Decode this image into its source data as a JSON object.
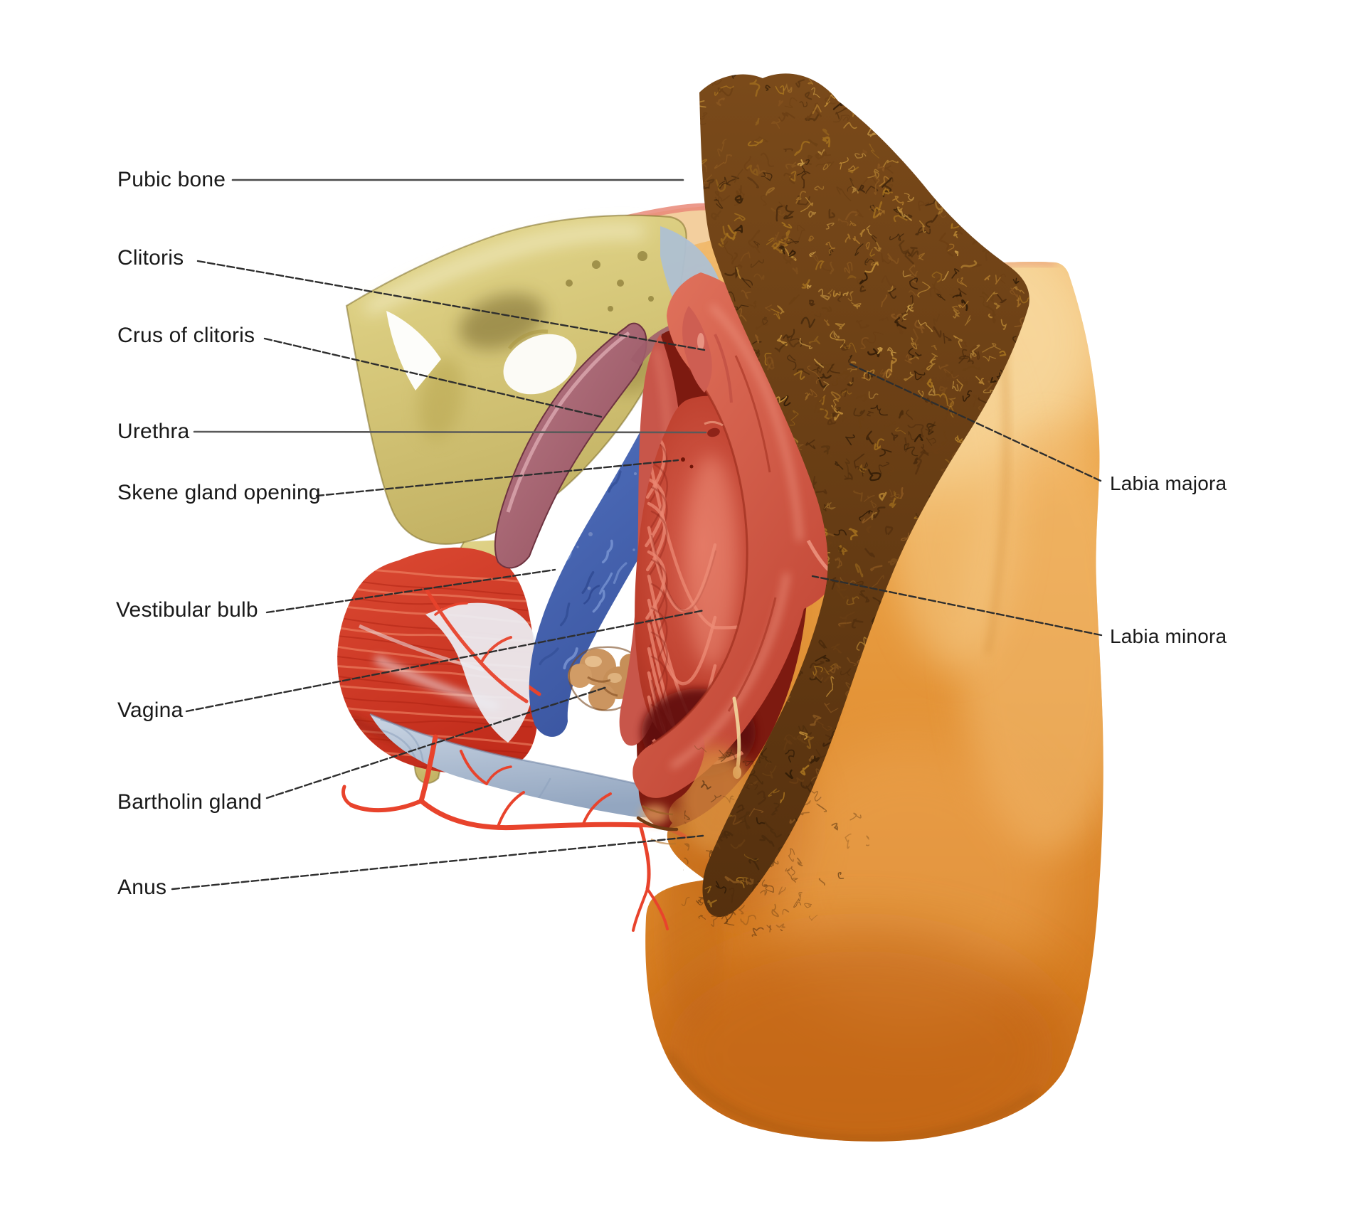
{
  "figure": {
    "type": "anatomical-diagram",
    "subject": "Female perineum and vulva - cutaway anatomical illustration",
    "background": "#ffffff",
    "label_text_color": "#191919",
    "leader_line_color": "#2e2e2e",
    "labels": [
      {
        "id": "pubic-bone",
        "text": "Pubic bone",
        "side": "left"
      },
      {
        "id": "clitoris",
        "text": "Clitoris",
        "side": "left"
      },
      {
        "id": "crus-of-clitoris",
        "text": "Crus of clitoris",
        "side": "left"
      },
      {
        "id": "urethra",
        "text": "Urethra",
        "side": "left"
      },
      {
        "id": "skene-gland-opening",
        "text": "Skene gland opening",
        "side": "left"
      },
      {
        "id": "vestibular-bulb",
        "text": "Vestibular bulb",
        "side": "left"
      },
      {
        "id": "vagina",
        "text": "Vagina",
        "side": "left"
      },
      {
        "id": "bartholin-gland",
        "text": "Bartholin gland",
        "side": "left"
      },
      {
        "id": "anus",
        "text": "Anus",
        "side": "left"
      },
      {
        "id": "labia-majora",
        "text": "Labia majora",
        "side": "right"
      },
      {
        "id": "labia-minora",
        "text": "Labia minora",
        "side": "right"
      }
    ],
    "palette": {
      "skin": "#E9983D",
      "skin_light": "#F8DCA4",
      "skin_deep": "#C96F16",
      "hair_dark": "#2E1A06",
      "hair_mid": "#6B3F14",
      "hair_light": "#C39038",
      "bone": "#D9CB7E",
      "bone_shadow": "#A8933E",
      "crus_of_clitoris": "#B5737F",
      "vestibular_bulb": "#4E6CB8",
      "muscle": "#D5392A",
      "fascia": "#B9C5D8",
      "artery": "#E8432C",
      "bartholin_gland": "#CB9560",
      "labia_fold": "#DC6A58",
      "vagina_wall": "#C44435",
      "vestibule_deep": "#7D1A10"
    }
  }
}
